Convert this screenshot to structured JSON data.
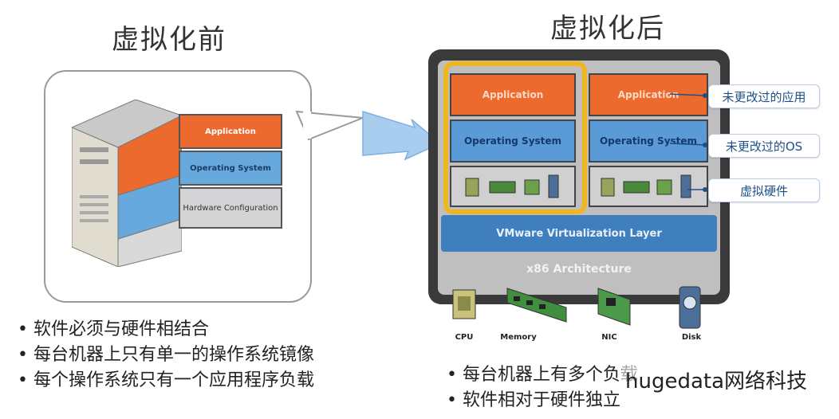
{
  "before": {
    "title": "虚拟化前",
    "layers": {
      "application": "Application",
      "os": "Operating System",
      "hardware": "Hardware Configuration"
    },
    "bullets": [
      "软件必须与硬件相结合",
      "每台机器上只有单一的操作系统镜像",
      "每个操作系统只有一个应用程序负载"
    ]
  },
  "after": {
    "title": "虚拟化后",
    "vm_layers": {
      "application": "Application",
      "os": "Operating System"
    },
    "virtualization_layer": "VMware Virtualization Layer",
    "architecture": "x86 Architecture",
    "callouts": [
      "未更改过的应用",
      "未更改过的OS",
      "虚拟硬件"
    ],
    "hardware": [
      "CPU",
      "Memory",
      "NIC",
      "Disk"
    ],
    "bullets": [
      "每台机器上有多个负载",
      "软件相对于硬件独立"
    ]
  },
  "watermark": "hugedata网络科技",
  "colors": {
    "application": "#ec6a2e",
    "os": "#5a9ad6",
    "virtualization": "#3f7fbd",
    "highlight": "#f0b622",
    "arrow": "#a9cdee"
  }
}
